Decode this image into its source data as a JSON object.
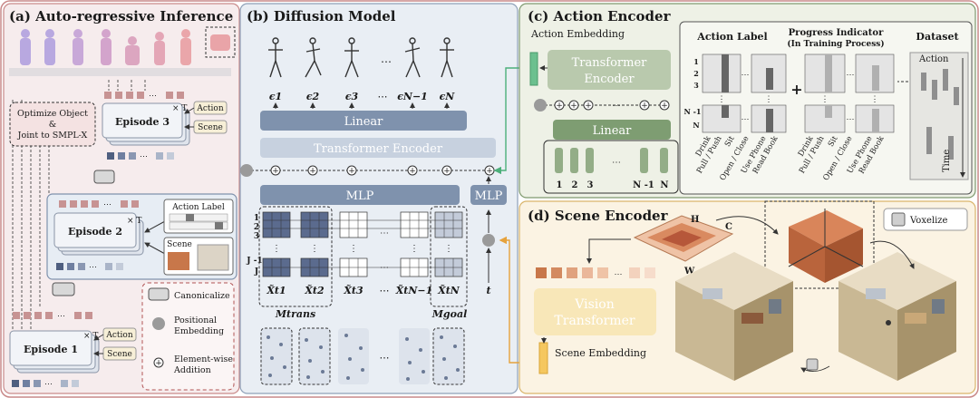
{
  "panels": {
    "a": {
      "title": "(a) Auto-regressive Inference",
      "optimize_note": [
        "Optimize Object",
        "&",
        "Joint to SMPL-X"
      ],
      "episodes": [
        "Episode 3",
        "Episode 2",
        "Episode 1"
      ],
      "times_t": "× T",
      "action_tag": "Action",
      "scene_tag": "Scene",
      "action_label_title": "Action Label",
      "scene_title": "Scene",
      "legend": {
        "canonicalize": "Canonicalize",
        "positional": [
          "Positional",
          "Embedding"
        ],
        "element_wise": [
          "Element-wise",
          "Addition"
        ]
      }
    },
    "b": {
      "title": "(b) Diffusion Model",
      "eps_labels": [
        "ϵ1",
        "ϵ2",
        "ϵ3",
        "⋯",
        "ϵN−1",
        "ϵN"
      ],
      "linear": "Linear",
      "transformer_encoder": "Transformer Encoder",
      "mlp_main": "MLP",
      "mlp_t": "MLP",
      "row_labels_top": [
        "1",
        "2",
        "3"
      ],
      "row_labels_bottom": [
        "J -1",
        "J"
      ],
      "x_labels": [
        "X̃t1",
        "X̃t2",
        "X̃t3",
        "⋯",
        "X̃tN−1",
        "X̃tN"
      ],
      "t_label": "t",
      "m_trans": "Mtrans",
      "m_goal": "Mgoal"
    },
    "c": {
      "title": "(c) Action Encoder",
      "action_embedding": "Action Embedding",
      "transformer_encoder": [
        "Transformer",
        "Encoder"
      ],
      "linear": "Linear",
      "token_labels": [
        "1",
        "2",
        "3",
        "⋯",
        "N -1",
        "N"
      ],
      "action_label_header": "Action Label",
      "progress_header": [
        "Progress Indicator",
        "(In Training Process)"
      ],
      "row_labels": [
        "1",
        "2",
        "3",
        "N -1",
        "N"
      ],
      "actions": [
        "Drink",
        "Pull / Push",
        "Sit",
        "Open / Close",
        "Use Phone",
        "Read Book"
      ],
      "dataset": "Dataset",
      "dataset_action": "Action",
      "dataset_time": "Time"
    },
    "d": {
      "title": "(d) Scene Encoder",
      "vision_transformer": [
        "Vision",
        "Transformer"
      ],
      "scene_embedding": "Scene Embedding",
      "voxelize": "Voxelize",
      "axes": [
        "H",
        "C",
        "W"
      ]
    }
  },
  "colors": {
    "panel_a_bg": "#f6eced",
    "panel_b_bg": "#e9eef4",
    "panel_c_bg": "#eef1e6",
    "panel_d_bg": "#fbf3e3",
    "steelblue": "#7f92ad",
    "green_block": "#7e9d72",
    "gold_block": "#f5d27e",
    "pink_token": "#c79393",
    "navy_token": "#4f5f80"
  }
}
